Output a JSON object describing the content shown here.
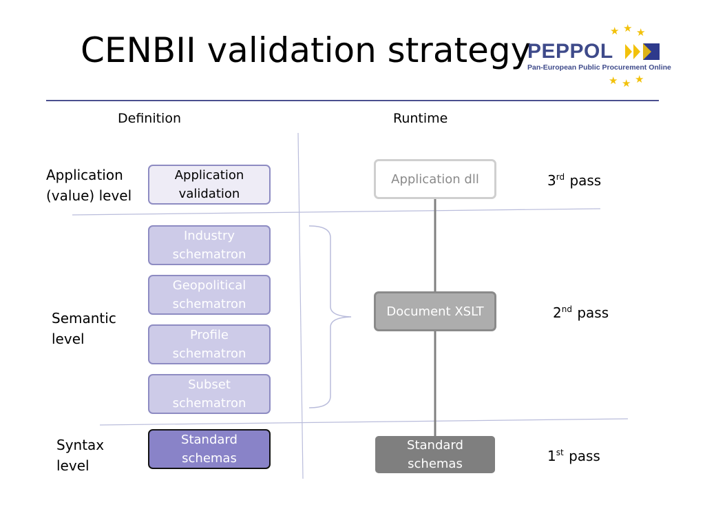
{
  "title": "CENBII validation strategy",
  "logo": {
    "word": "PEPPOL",
    "tagline": "Pan-European Public Procurement Online",
    "colors": {
      "text": "#3e4a8a",
      "stars": "#f2c10a",
      "flag": "#2e3a8c"
    }
  },
  "columns": {
    "definition": "Definition",
    "runtime": "Runtime"
  },
  "levels": {
    "application": [
      "Application",
      "(value) level"
    ],
    "semantic": [
      "Semantic",
      "level"
    ],
    "syntax": [
      "Syntax",
      "level"
    ]
  },
  "definition_boxes": [
    [
      "Application",
      "validation"
    ],
    [
      "Industry",
      "schematron"
    ],
    [
      "Geopolitical",
      "schematron"
    ],
    [
      "Profile",
      "schematron"
    ],
    [
      "Subset",
      "schematron"
    ],
    [
      "Standard",
      "schemas"
    ]
  ],
  "runtime_boxes": {
    "application": "Application dll",
    "document": "Document XSLT",
    "standard": [
      "Standard",
      "schemas"
    ]
  },
  "passes": {
    "third": {
      "num": "3",
      "sup": "rd",
      "word": "pass"
    },
    "second": {
      "num": "2",
      "sup": "nd",
      "word": "pass"
    },
    "first": {
      "num": "1",
      "sup": "st",
      "word": "pass"
    }
  }
}
